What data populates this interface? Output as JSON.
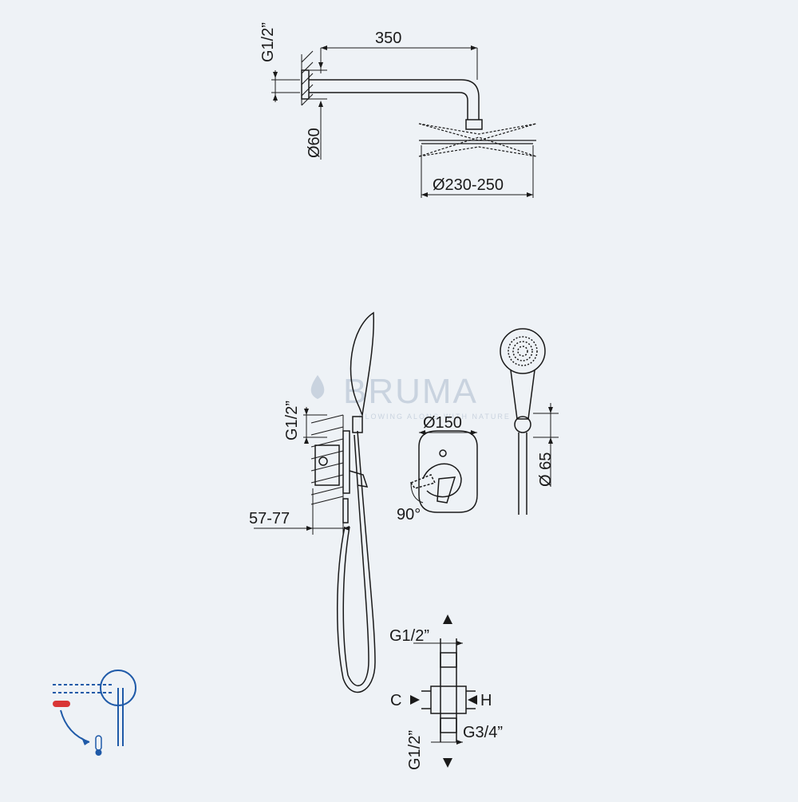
{
  "top": {
    "inlet": "G1/2”",
    "arm_length": "350",
    "flange_diameter": "Ø60",
    "head_diameter": "Ø230-250"
  },
  "mixer": {
    "inlet": "G1/2”",
    "projection": "57-77",
    "plate_diameter": "Ø150",
    "rotation": "90°"
  },
  "hand_shower": {
    "head_diameter": "Ø 65"
  },
  "valve": {
    "top_thread": "G1/2”",
    "bottom_thread": "G1/2”",
    "outlet_thread": "G3/4”",
    "cold": "C",
    "hot": "H"
  },
  "watermark": {
    "brand": "BRUMA",
    "tagline": "FLOWING ALONG WITH NATURE"
  },
  "colors": {
    "background": "#eef2f6",
    "line": "#1a1a1a",
    "hot": "#d93636",
    "cold": "#1f5aa8"
  },
  "icons": [
    "temperature-lever-icon",
    "thermometer-icon"
  ]
}
